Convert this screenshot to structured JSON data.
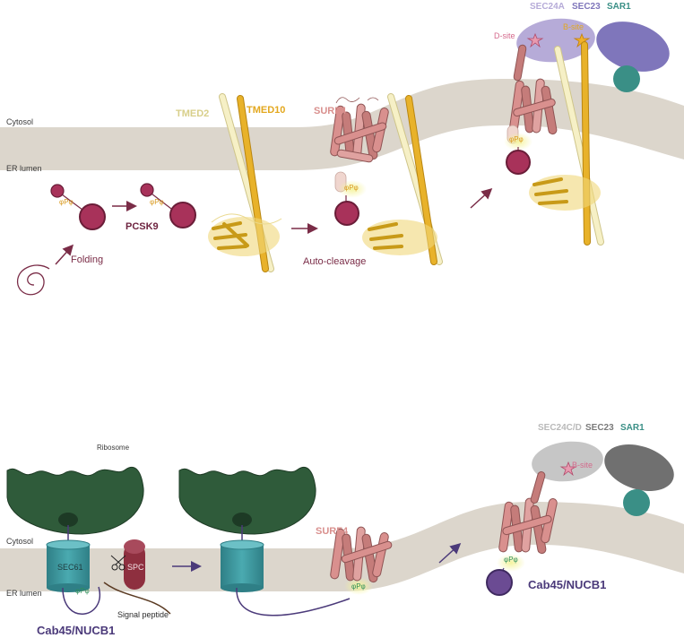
{
  "colors": {
    "membrane": "#dcd6cc",
    "tmed2": "#f2eab0",
    "tmed10": "#e8b22a",
    "surf4": "#d9908e",
    "pcsk9": "#a8325a",
    "sec24a": "#b6abd8",
    "sec23_top": "#7f76bb",
    "sar1": "#3a8f86",
    "sec24cd": "#c6c6c6",
    "sec23_bottom": "#707070",
    "ribosome": "#2f5b3a",
    "sec61": "#3f9aa0",
    "spc": "#8e2f3f",
    "cab45": "#6b4b93",
    "arrow_top": "#7a2c47",
    "arrow_bottom": "#4b3a7a"
  },
  "top_panel": {
    "cytosol": "Cytosol",
    "er_lumen": "ER lumen",
    "tmed2": "TMED2",
    "tmed10": "TMED10",
    "surf4": "SURF4",
    "pcsk9": "PCSK9",
    "folding": "Folding",
    "auto_cleavage": "Auto-cleavage",
    "sec24a": "SEC24A",
    "sec23": "SEC23",
    "sar1": "SAR1",
    "d_site": "D-site",
    "b_site": "B-site",
    "motif_1": "φPφ",
    "motif_2": "φPφ",
    "motif_3": "φPφ",
    "motif_4": "φPφ"
  },
  "bottom_panel": {
    "ribosome": "Ribosome",
    "cytosol": "Cytosol",
    "er_lumen": "ER lumen",
    "sec61": "SEC61",
    "spc": "SPC",
    "signal_peptide": "Signal peptide",
    "cab45_left": "Cab45/NUCB1",
    "cab45_right": "Cab45/NUCB1",
    "surf4": "SURF4",
    "sec24cd": "SEC24C/D",
    "sec23": "SEC23",
    "sar1": "SAR1",
    "b_site": "B-site",
    "motif_1": "φPφ",
    "motif_2": "φPφ",
    "motif_3": "φPφ"
  }
}
